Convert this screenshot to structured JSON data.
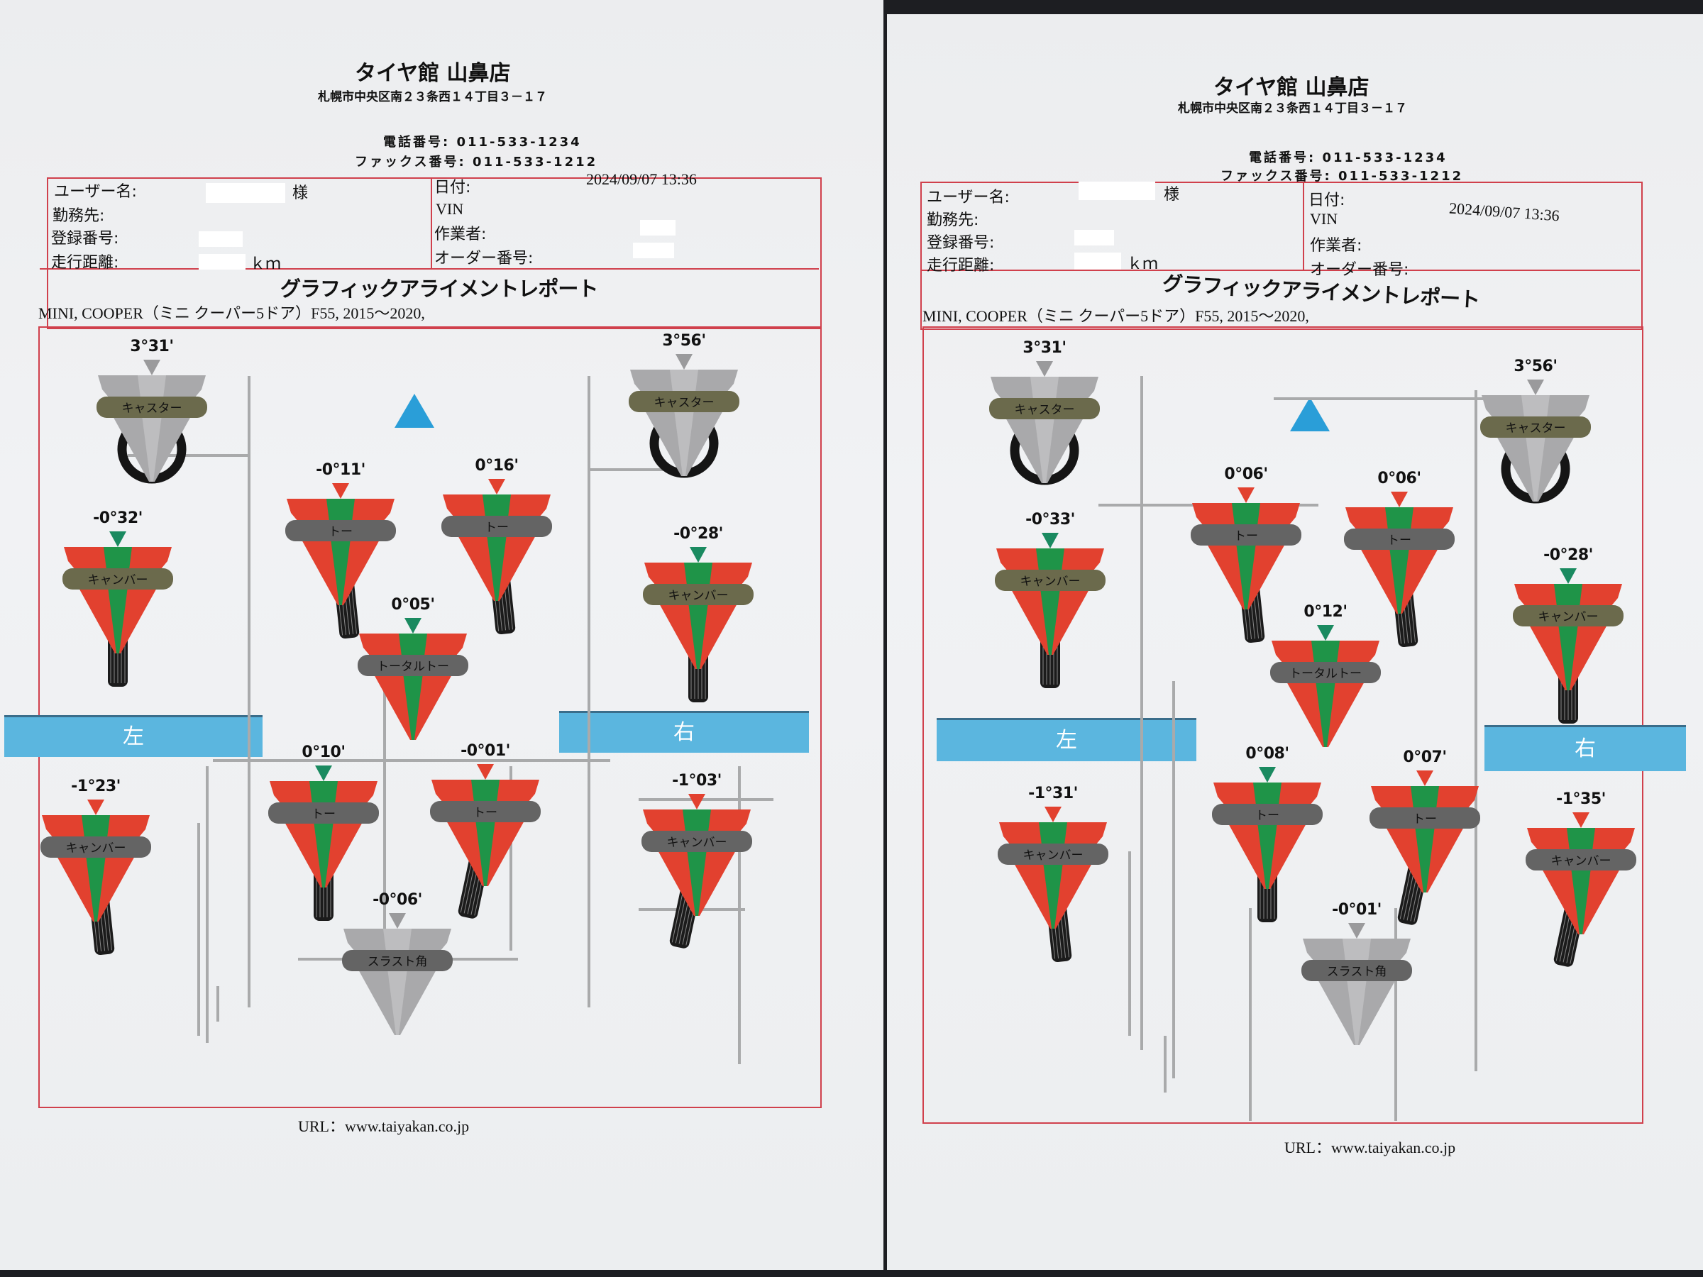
{
  "colors": {
    "frame_red": "#d0404c",
    "gauge_red": "#e2412f",
    "gauge_green": "#1f9448",
    "pointer_green": "#1a8a60",
    "pointer_red": "#e2412f",
    "band_olive": "#6b6a4c",
    "band_gray": "#646464",
    "gauge_gray": "#a9a9ab",
    "side_blue": "#5bb6df",
    "direction_arrow": "#2a9ed8"
  },
  "pages": [
    {
      "shop": {
        "name": "タイヤ館  山鼻店",
        "address": "札幌市中央区南２３条西１４丁目３－１７",
        "phone_label": "電話番号:",
        "phone": "011-533-1234",
        "fax_label": "ファックス番号:",
        "fax": "011-533-1212"
      },
      "info": {
        "user_label": "ユーザー名:",
        "honorific": "様",
        "workplace_label": "勤務先:",
        "reg_label": "登録番号:",
        "mileage_label": "走行距離:",
        "mileage_unit": "ｋｍ",
        "date_label": "日付:",
        "date": "2024/09/07 13:36",
        "vin_label": "VIN",
        "worker_label": "作業者:",
        "order_label": "オーダー番号:"
      },
      "report_title": "グラフィックアライメントレポート",
      "vehicle": "MINI, COOPER（ミニ  クーパー5ドア）F55, 2015～2020,",
      "side_left": "左",
      "side_right": "右",
      "gauges": {
        "caster_left": {
          "label": "キャスター",
          "value": "3°31'"
        },
        "caster_right": {
          "label": "キャスター",
          "value": "3°56'"
        },
        "front_camber_left": {
          "label": "キャンバー",
          "value": "-0°32'"
        },
        "front_camber_right": {
          "label": "キャンバー",
          "value": "-0°28'"
        },
        "front_toe_left": {
          "label": "トー",
          "value": "-0°11'"
        },
        "front_toe_right": {
          "label": "トー",
          "value": "0°16'"
        },
        "total_toe": {
          "label": "トータルトー",
          "value": "0°05'"
        },
        "rear_toe_left": {
          "label": "トー",
          "value": "0°10'"
        },
        "rear_toe_right": {
          "label": "トー",
          "value": "-0°01'"
        },
        "rear_camber_left": {
          "label": "キャンバー",
          "value": "-1°23'"
        },
        "rear_camber_right": {
          "label": "キャンバー",
          "value": "-1°03'"
        },
        "thrust_angle": {
          "label": "スラスト角",
          "value": "-0°06'"
        }
      },
      "url": "URL：www.taiyakan.co.jp"
    },
    {
      "shop": {
        "name": "タイヤ館  山鼻店",
        "address": "札幌市中央区南２３条西１４丁目３－１７",
        "phone_label": "電話番号:",
        "phone": "011-533-1234",
        "fax_label": "ファックス番号:",
        "fax": "011-533-1212"
      },
      "info": {
        "user_label": "ユーザー名:",
        "honorific": "様",
        "workplace_label": "勤務先:",
        "reg_label": "登録番号:",
        "mileage_label": "走行距離:",
        "mileage_unit": "ｋｍ",
        "date_label": "日付:",
        "date": "2024/09/07 13:36",
        "vin_label": "VIN",
        "worker_label": "作業者:",
        "order_label": "オーダー番号:"
      },
      "report_title": "グラフィックアライメントレポート",
      "vehicle": "MINI, COOPER（ミニ  クーパー5ドア）F55, 2015～2020,",
      "side_left": "左",
      "side_right": "右",
      "gauges": {
        "caster_left": {
          "label": "キャスター",
          "value": "3°31'"
        },
        "caster_right": {
          "label": "キャスター",
          "value": "3°56'"
        },
        "front_camber_left": {
          "label": "キャンバー",
          "value": "-0°33'"
        },
        "front_camber_right": {
          "label": "キャンバー",
          "value": "-0°28'"
        },
        "front_toe_left": {
          "label": "トー",
          "value": "0°06'"
        },
        "front_toe_right": {
          "label": "トー",
          "value": "0°06'"
        },
        "total_toe": {
          "label": "トータルトー",
          "value": "0°12'"
        },
        "rear_toe_left": {
          "label": "トー",
          "value": "0°08'"
        },
        "rear_toe_right": {
          "label": "トー",
          "value": "0°07'"
        },
        "rear_camber_left": {
          "label": "キャンバー",
          "value": "-1°31'"
        },
        "rear_camber_right": {
          "label": "キャンバー",
          "value": "-1°35'"
        },
        "thrust_angle": {
          "label": "スラスト角",
          "value": "-0°01'"
        }
      },
      "url": "URL：www.taiyakan.co.jp"
    }
  ]
}
